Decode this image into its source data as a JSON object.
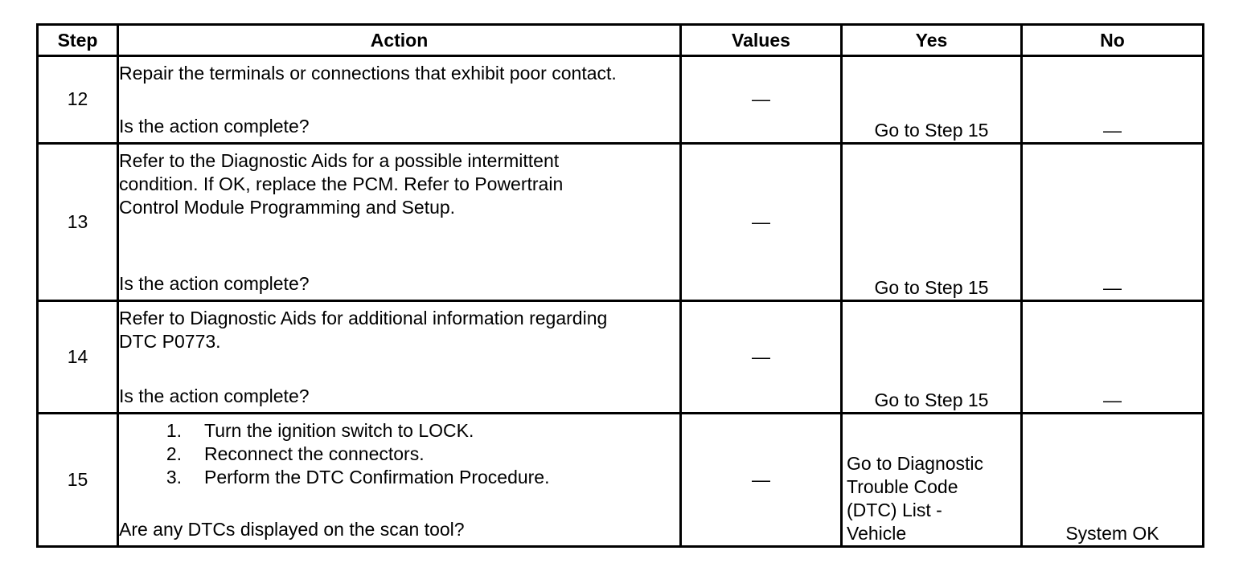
{
  "headers": {
    "step": "Step",
    "action": "Action",
    "values": "Values",
    "yes": "Yes",
    "no": "No"
  },
  "rows": [
    {
      "step": "12",
      "action_lines": [
        "Repair the terminals or connections that exhibit poor contact."
      ],
      "question": "Is the action complete?",
      "values": "—",
      "yes": "Go to Step 15",
      "no": "—"
    },
    {
      "step": "13",
      "action_lines": [
        "Refer to the Diagnostic Aids for a possible intermittent",
        "condition. If OK, replace the PCM. Refer to Powertrain",
        "Control Module Programming and Setup."
      ],
      "question": "Is the action complete?",
      "values": "—",
      "yes": "Go to Step 15",
      "no": "—"
    },
    {
      "step": "14",
      "action_lines": [
        "Refer to Diagnostic Aids for additional information regarding",
        "DTC P0773."
      ],
      "question": "Is the action complete?",
      "values": "—",
      "yes": "Go to Step 15",
      "no": "—"
    },
    {
      "step": "15",
      "list_items": [
        {
          "num": "1.",
          "text": "Turn the ignition switch to LOCK."
        },
        {
          "num": "2.",
          "text": "Reconnect the connectors."
        },
        {
          "num": "3.",
          "text": "Perform the DTC Confirmation Procedure."
        }
      ],
      "question": "Are any DTCs displayed on the scan tool?",
      "values": "—",
      "yes_lines": [
        "Go to Diagnostic",
        "Trouble Code",
        "(DTC) List -",
        "Vehicle"
      ],
      "no": "System OK"
    }
  ]
}
